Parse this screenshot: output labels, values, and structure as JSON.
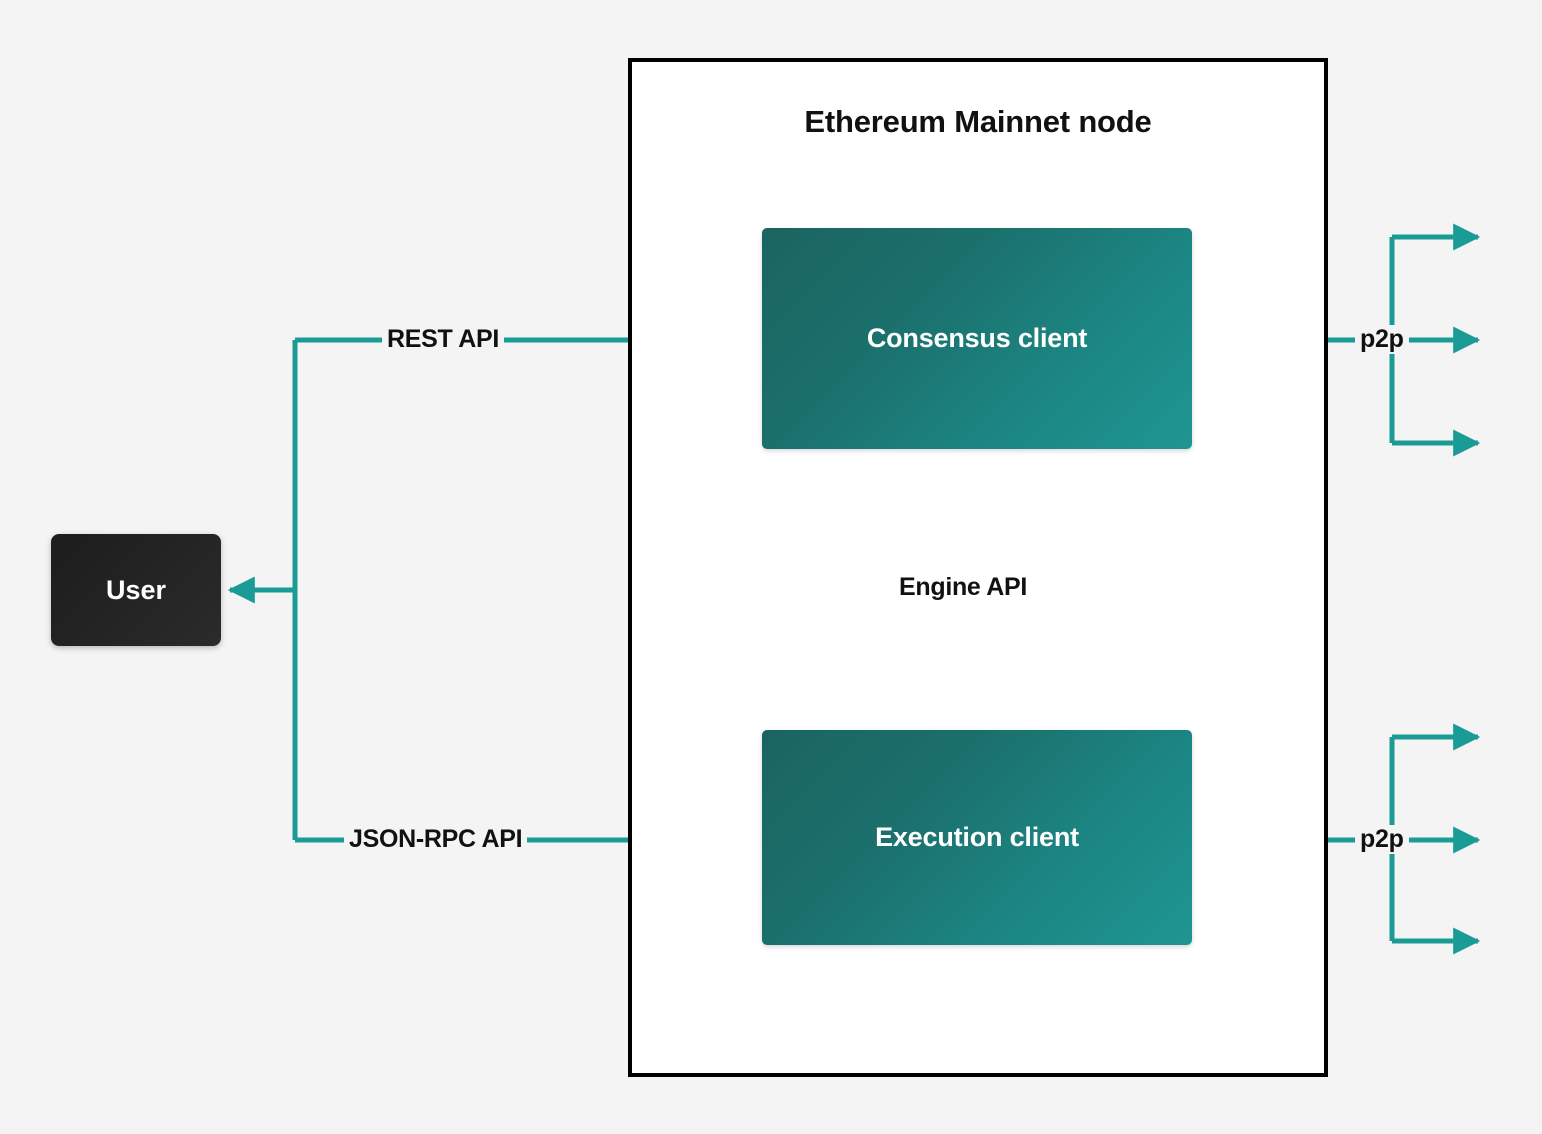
{
  "diagram": {
    "title": "Ethereum Mainnet node",
    "background_color": "#f4f4f4",
    "accent_color": "#1a9b96",
    "border_color": "#000000",
    "node_fill": "#ffffff"
  },
  "nodes": {
    "user": {
      "label": "User",
      "fill_from": "#1d1d1d",
      "fill_to": "#2b2b2b",
      "text_color": "#ffffff"
    },
    "consensus_client": {
      "label": "Consensus client",
      "fill_from": "#1b6460",
      "fill_to": "#1e9693",
      "text_color": "#ffffff"
    },
    "execution_client": {
      "label": "Execution client",
      "fill_from": "#1b6460",
      "fill_to": "#1e9693",
      "text_color": "#ffffff"
    }
  },
  "edges": {
    "rest_api": {
      "label": "REST API",
      "from": "User",
      "to": "Consensus client",
      "style": "solid"
    },
    "json_rpc_api": {
      "label": "JSON-RPC API",
      "from": "User",
      "to": "Execution client",
      "style": "solid"
    },
    "engine_api": {
      "label": "Engine API",
      "from": "Consensus client",
      "to": "Execution client",
      "style": "solid down, dashed up"
    },
    "p2p_consensus": {
      "label": "p2p",
      "peer_of": "Consensus client",
      "style": "solid"
    },
    "p2p_execution": {
      "label": "p2p",
      "peer_of": "Execution client",
      "style": "solid"
    }
  }
}
